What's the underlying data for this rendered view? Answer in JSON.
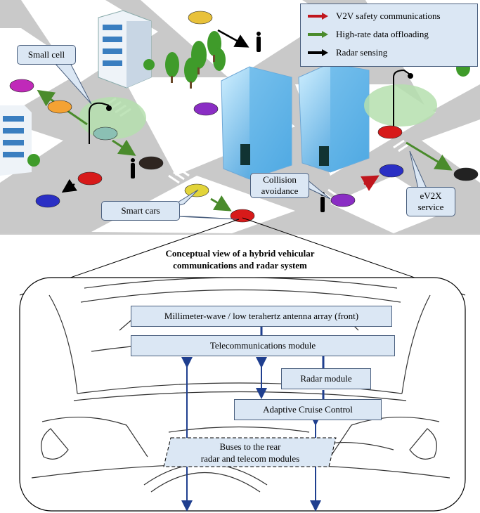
{
  "legend": {
    "items": [
      {
        "label": "V2V safety communications",
        "color": "#c0161d"
      },
      {
        "label": "High-rate data offloading",
        "color": "#4a8b2c"
      },
      {
        "label": "Radar sensing",
        "color": "#000000"
      }
    ]
  },
  "callouts": {
    "small_cell": "Small cell",
    "smart_cars": "Smart cars",
    "collision_line1": "Collision",
    "collision_line2": "avoidance",
    "ev2x_line1": "eV2X",
    "ev2x_line2": "service"
  },
  "panel": {
    "title_line1": "Conceptual view of a hybrid vehicular",
    "title_line2": "communications and radar system"
  },
  "modules": {
    "antenna": "Millimeter-wave / low terahertz antenna array (front)",
    "telecom": "Telecommunications module",
    "radar": "Radar module",
    "acc": "Adaptive Cruise Control",
    "buses_line1": "Buses to the rear",
    "buses_line2": "radar and telecom modules"
  },
  "colors": {
    "street": "#c9c9c9",
    "block": "#ffffff",
    "accent_blue": "#1f3f8f",
    "box_fill": "#dbe7f4"
  }
}
